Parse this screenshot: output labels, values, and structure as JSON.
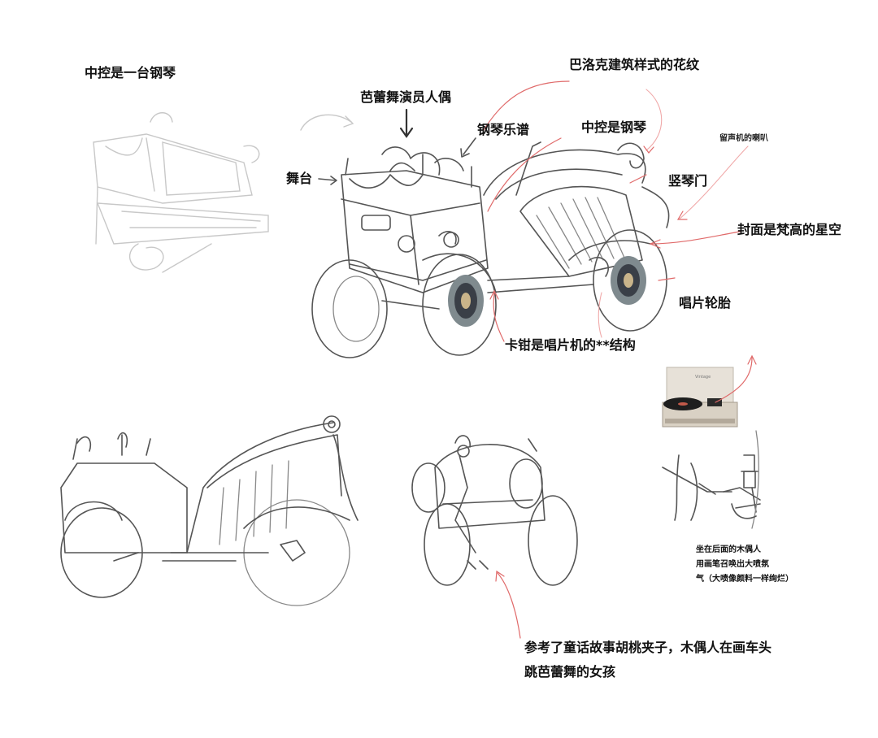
{
  "labels": {
    "center_console_piano_left": "中控是一台钢琴",
    "baroque_pattern": "巴洛克建筑样式的花纹",
    "ballet_puppet": "芭蕾舞演员人偶",
    "piano_score": "钢琴乐谱",
    "center_console_piano": "中控是钢琴",
    "gramophone_horn": "留声机的喇叭",
    "stage": "舞台",
    "upright_piano_door": "竖琴门",
    "cover_starry": "封面是梵高的星空",
    "record_tire": "唱片轮胎",
    "caliper_structure": "卡钳是唱片机的**结构",
    "rear_puppet_note": [
      "坐在后面的木偶人",
      "用画笔召唤出大喷氛",
      "气（大喷像颜料一样绚烂）"
    ],
    "nutcracker_note": [
      "参考了童话故事胡桃夹子，木偶人在画车头",
      "跳芭蕾舞的女孩"
    ]
  },
  "colors": {
    "annotation_arrow": "#e06a6a",
    "pencil": "#555555",
    "record": "#3a3f47"
  }
}
